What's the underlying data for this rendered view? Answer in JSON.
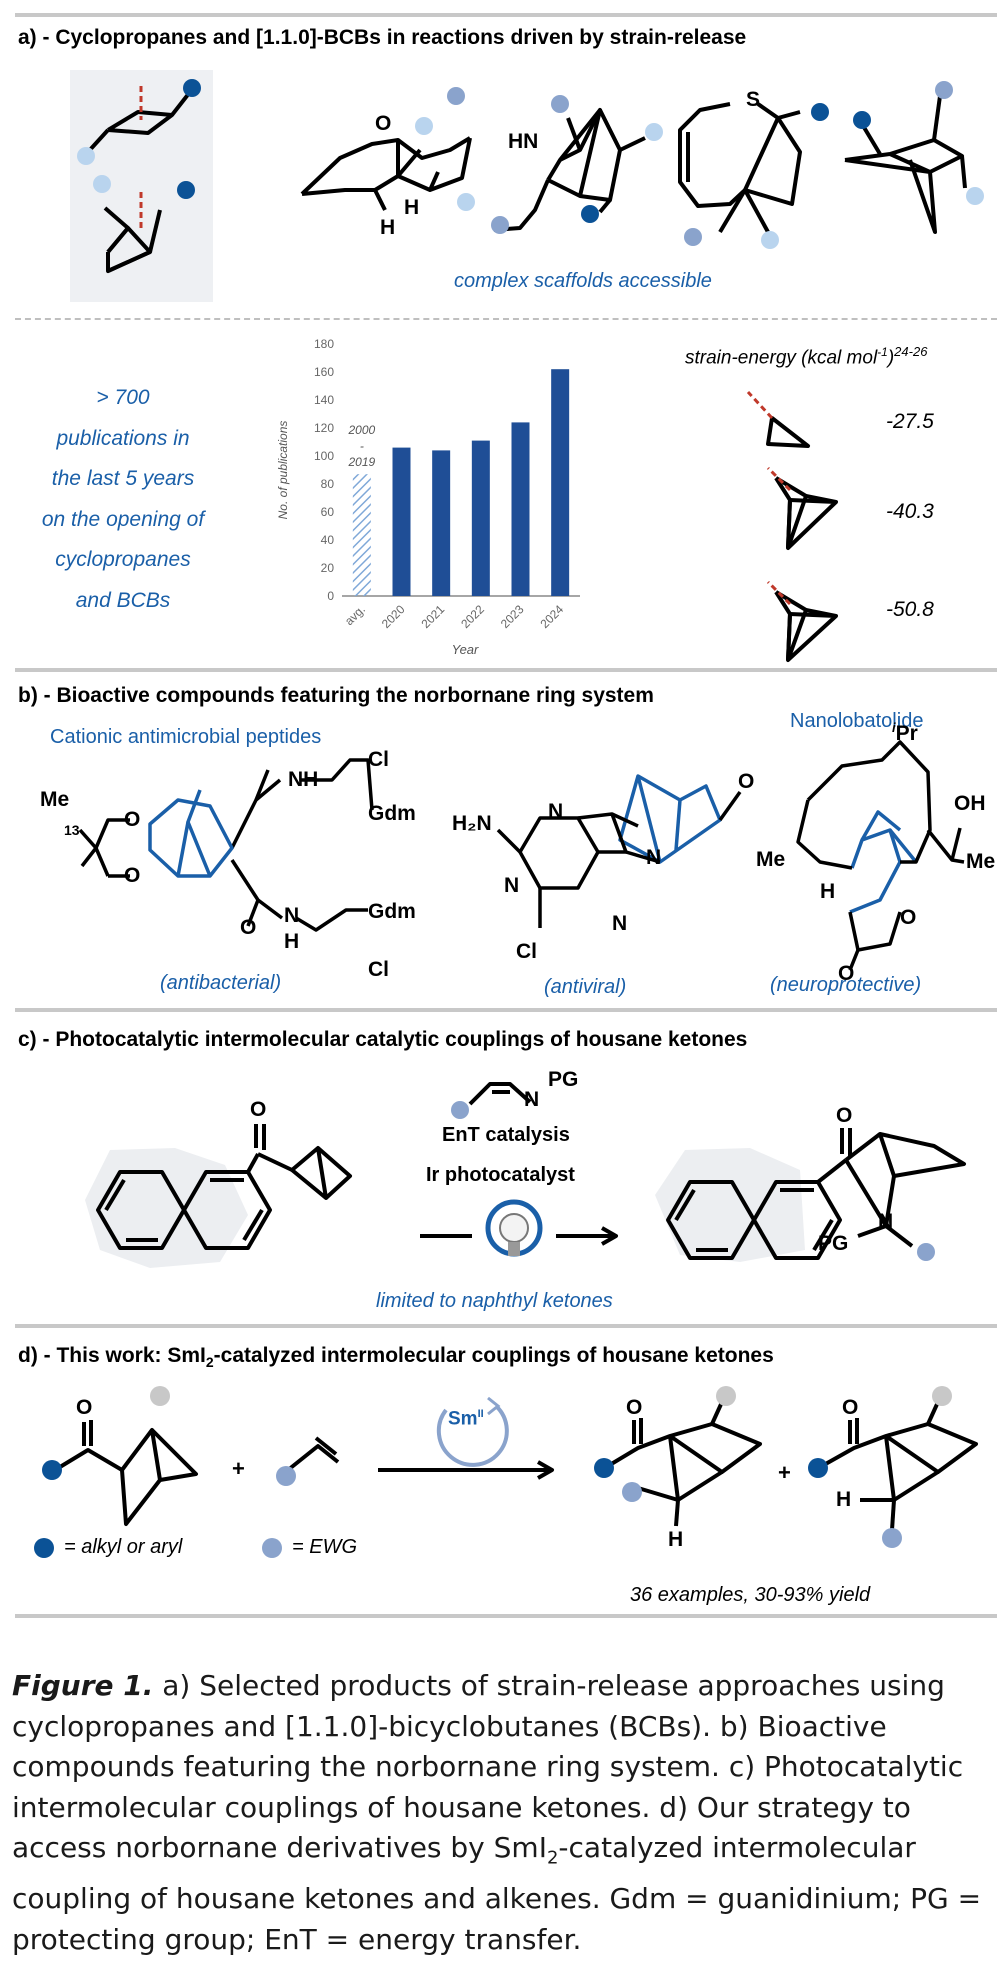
{
  "panel_a": {
    "title": "a) - Cyclopropanes and [1.1.0]-BCBs in reactions driven by strain-release",
    "scaffolds_label": "complex scaffolds accessible",
    "atom_O": "O",
    "atom_H1": "H",
    "atom_H2": "H",
    "atom_HN": "HN",
    "atom_S": "S",
    "pub_lines": [
      "> 700",
      "publications in",
      "the last 5 years",
      "on the opening of",
      "cyclopropanes",
      "and BCBs"
    ],
    "strain_title": "strain-energy (kcal mol",
    "strain_title_sup1": "-1",
    "strain_title_close": ")",
    "strain_title_sup2": "24-26",
    "strain_values": [
      "-27.5",
      "-40.3",
      "-50.8"
    ]
  },
  "chart_data": {
    "type": "bar",
    "categories": [
      "avg.",
      "2020",
      "2021",
      "2022",
      "2023",
      "2024"
    ],
    "values": [
      87,
      106,
      104,
      111,
      124,
      162
    ],
    "xlabel": "Year",
    "ylabel": "No. of publications",
    "ylim": [
      0,
      180
    ],
    "yticks": [
      0,
      20,
      40,
      60,
      80,
      100,
      120,
      140,
      160,
      180
    ],
    "annotation": [
      "2000",
      "-",
      "2019"
    ],
    "colors": {
      "bar": "#1f4e96",
      "avg_hatch": "#7fa8d8"
    },
    "grid": false
  },
  "panel_b": {
    "title": "b) - Bioactive compounds featuring the norbornane ring system",
    "peptides_label": "Cationic antimicrobial peptides",
    "nanolobatolide_label": "Nanolobatolide",
    "antibacterial": "(antibacterial)",
    "antiviral": "(antiviral)",
    "neuroprotective": "(neuroprotective)",
    "atoms": {
      "me": "Me",
      "n13": "13",
      "o1": "O",
      "o2": "O",
      "nh": "NH",
      "cl1": "Cl",
      "gdm1": "Gdm",
      "o3": "O",
      "n2": "N",
      "h": "H",
      "gdm2": "Gdm",
      "cl2": "Cl",
      "h2n": "H₂N",
      "n_a": "N",
      "n_b": "N",
      "n_c": "N",
      "n_d": "N",
      "cl3": "Cl",
      "o4": "O",
      "ipr_i": "i",
      "ipr": "Pr",
      "oh": "OH",
      "me2": "Me",
      "me3": "Me",
      "h3": "H",
      "o5": "O",
      "o6": "O"
    }
  },
  "panel_c": {
    "title": "c) - Photocatalytic intermolecular catalytic couplings of housane ketones",
    "ent": "EnT catalysis",
    "ir": "Ir photocatalyst",
    "pg_top": "PG",
    "n_top": "N",
    "limited": "limited to naphthyl ketones",
    "atom_O1": "O",
    "atom_O2": "O",
    "atom_N": "N",
    "atom_PG": "PG"
  },
  "panel_d": {
    "title_pre": "d) - This work: SmI",
    "title_sub": "2",
    "title_post": "-catalyzed intermolecular couplings of housane ketones",
    "sm": "Sm",
    "sm_sup": "II",
    "plus1": "+",
    "plus2": "+",
    "legend_dark": "= alkyl or aryl",
    "legend_light": "= EWG",
    "examples": "36 examples, 30-93% yield",
    "atom_O1": "O",
    "atom_O2": "O",
    "atom_O3": "O",
    "atom_H1": "H",
    "atom_H2": "H"
  },
  "caption": {
    "label": "Figure 1.",
    "text1": " a) Selected products of strain-release approaches using cyclopropanes and [1.1.0]-bicyclobutanes (BCBs). b) Bioactive compounds featuring the norbornane ring system. c) Photocatalytic intermolecular couplings of housane ketones. d) Our strategy to access norbornane derivatives by SmI",
    "sub": "2",
    "text2": "-catalyzed intermolecular coupling of housane ketones and alkenes. Gdm = guanidinium; PG = protecting group; EnT = energy transfer."
  },
  "colors": {
    "dark_dot": "#0b5296",
    "mid_dot": "#8aa3cc",
    "light_dot": "#b9d4ee",
    "grey_dot": "#c8c8c8",
    "accent_blue": "#1a5fa8",
    "red_dash": "#c0392b"
  }
}
